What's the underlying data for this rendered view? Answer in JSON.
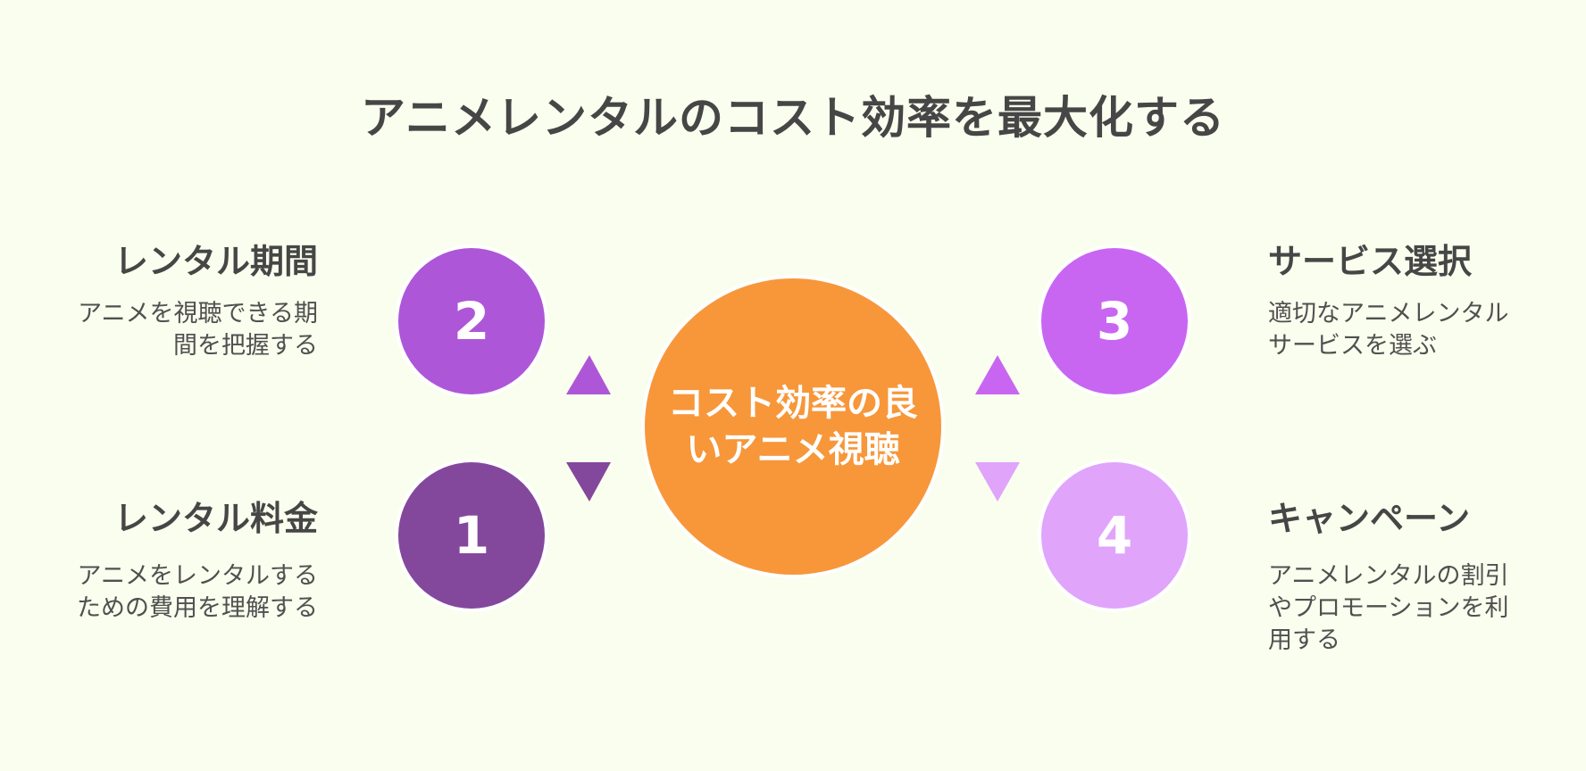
{
  "title": "アニメレンタルのコスト効率を最大化する",
  "center": {
    "label": "コスト効率の良いアニメ視聴",
    "color": "#f7973a"
  },
  "items": [
    {
      "number": "1",
      "heading": "レンタル料金",
      "description": "アニメをレンタルするための費用を理解する",
      "color": "#83489c"
    },
    {
      "number": "2",
      "heading": "レンタル期間",
      "description": "アニメを視聴できる期間を把握する",
      "color": "#ad57d8"
    },
    {
      "number": "3",
      "heading": "サービス選択",
      "description": "適切なアニメレンタルサービスを選ぶ",
      "color": "#c866f2"
    },
    {
      "number": "4",
      "heading": "キャンペーン",
      "description": "アニメレンタルの割引やプロモーションを利用する",
      "color": "#e0a4fb"
    }
  ]
}
